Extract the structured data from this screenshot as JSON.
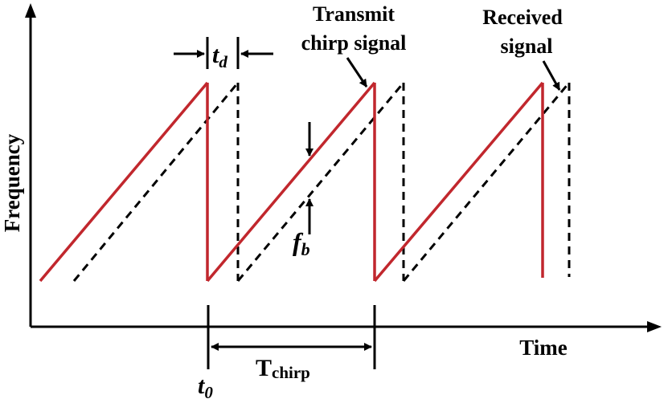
{
  "colors": {
    "transmit": "#c1272d",
    "received": "#000000",
    "axis": "#000000",
    "background": "#ffffff"
  },
  "axes": {
    "y_label": "Frequency",
    "x_label": "Time"
  },
  "annotations": {
    "delay_main": "t",
    "delay_sub": "d",
    "beat_main": "f",
    "beat_sub": "b",
    "transmit_line1": "Transmit",
    "transmit_line2": "chirp signal",
    "received_line1": "Received",
    "received_line2": "signal",
    "chirp_main": "T",
    "chirp_sub": "chirp",
    "t0_main": "t",
    "t0_sub": "0"
  }
}
